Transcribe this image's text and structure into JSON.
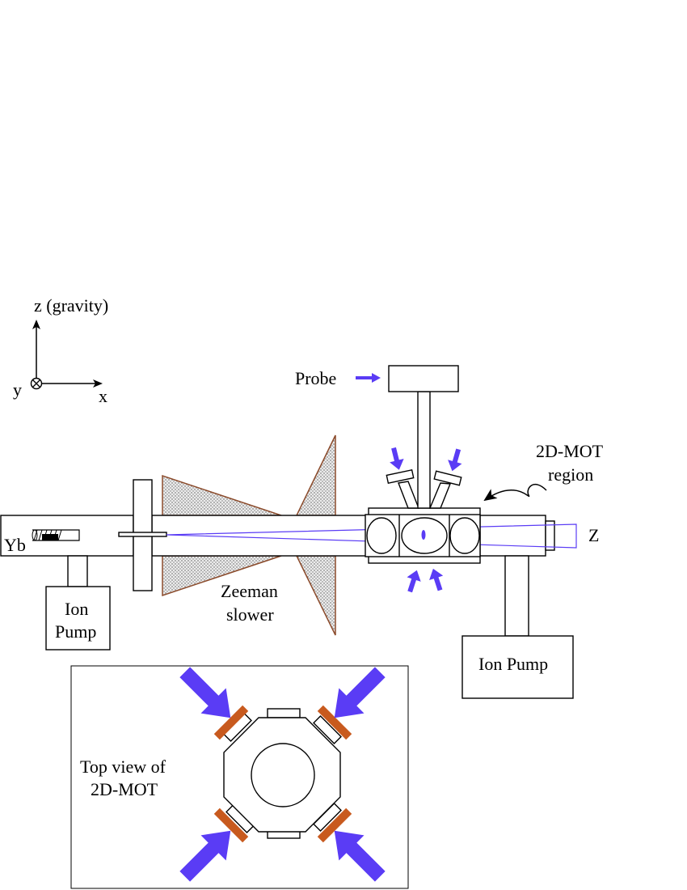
{
  "labels": {
    "z_axis": "z (gravity)",
    "y_axis": "y",
    "x_axis": "x",
    "probe": "Probe",
    "mot_region_line1": "2D-MOT",
    "mot_region_line2": "region",
    "z_label": "Z",
    "yb": "Yb",
    "ion_pump_left_line1": "Ion",
    "ion_pump_left_line2": "Pump",
    "zeeman_line1": "Zeeman",
    "zeeman_line2": "slower",
    "ion_pump_right": "Ion Pump",
    "top_view_line1": "Top view of",
    "top_view_line2": "2D-MOT"
  },
  "colors": {
    "laser_blue": "#5a3cf5",
    "coil_orange": "#c85a1e",
    "zeeman_brown": "#8b4a2a",
    "zeeman_fill": "#e4e4e4"
  }
}
